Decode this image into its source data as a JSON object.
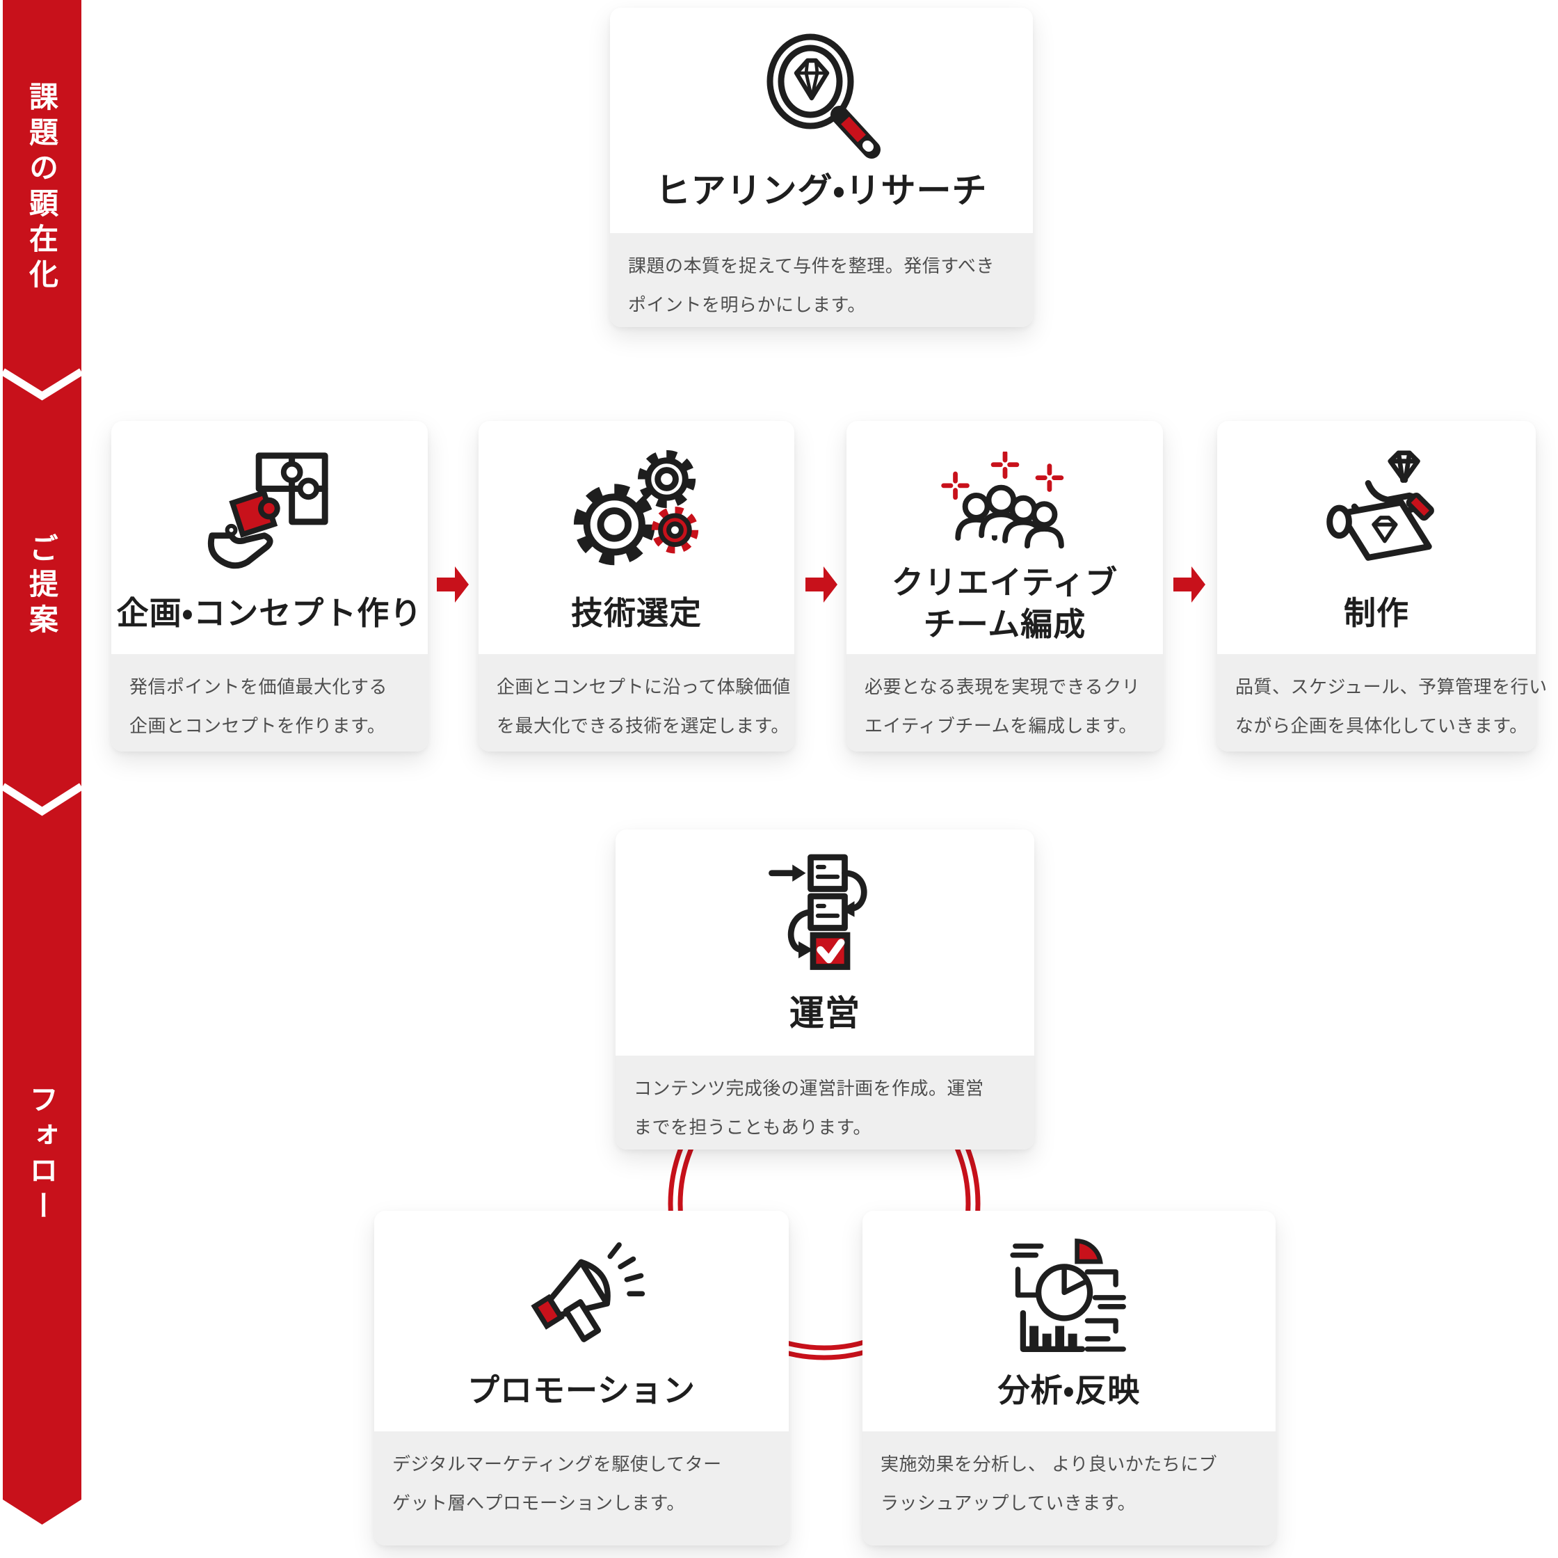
{
  "colors": {
    "accent": "#C8111B",
    "panel": "#EFEFEF",
    "ink": "#1E1E1E",
    "muted": "#4E4E4E"
  },
  "ribbon": {
    "sections": [
      {
        "label": "課題の顕在化"
      },
      {
        "label": "ご提案"
      },
      {
        "label": "フォロー"
      }
    ]
  },
  "cards": {
    "hearing": {
      "title": "ヒアリング・リサーチ",
      "desc_line1": "課題の本質を捉えて与件を整理。発信すべき",
      "desc_line2": "ポイントを明らかにします。"
    },
    "plan": {
      "title": "企画・コンセプト作り",
      "desc_line1": "発信ポイントを価値最大化する",
      "desc_line2": "企画とコンセプトを作ります。"
    },
    "tech": {
      "title": "技術選定",
      "desc_line1": "企画とコンセプトに沿って体験価値",
      "desc_line2": "を最大化できる技術を選定します。"
    },
    "team": {
      "title_line1": "クリエイティブ",
      "title_line2": "チーム編成",
      "desc_line1": "必要となる表現を実現できるクリ",
      "desc_line2": "エイティブチームを編成します。"
    },
    "production": {
      "title": "制作",
      "desc_line1": "品質、スケジュール、予算管理を行い",
      "desc_line2": "ながら企画を具体化していきます。"
    },
    "operation": {
      "title": "運営",
      "desc_line1": "コンテンツ完成後の運営計画を作成。運営",
      "desc_line2": "までを担うこともあります。"
    },
    "promotion": {
      "title": "プロモーション",
      "desc_line1": "デジタルマーケティングを駆使してター",
      "desc_line2": "ゲット層へプロモーションします。"
    },
    "analysis": {
      "title": "分析・反映",
      "desc_line1": "実施効果を分析し、 より良いかたちにブ",
      "desc_line2": "ラッシュアップしていきます。"
    }
  }
}
